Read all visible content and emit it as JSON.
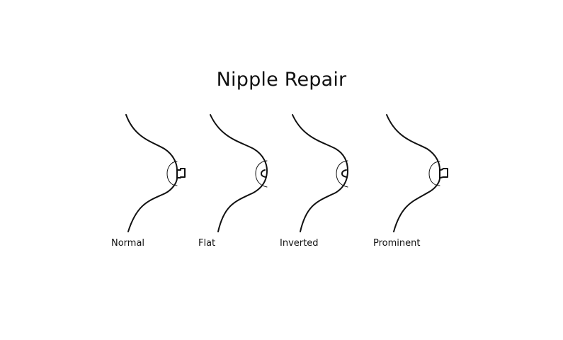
{
  "title": "Nipple Repair",
  "types": [
    {
      "label": "Normal",
      "nipple": "normal"
    },
    {
      "label": "Flat",
      "nipple": "flat"
    },
    {
      "label": "Inverted",
      "nipple": "inverted"
    },
    {
      "label": "Prominent",
      "nipple": "prominent"
    }
  ],
  "colors": {
    "line": "#111111",
    "background": "#ffffff"
  }
}
